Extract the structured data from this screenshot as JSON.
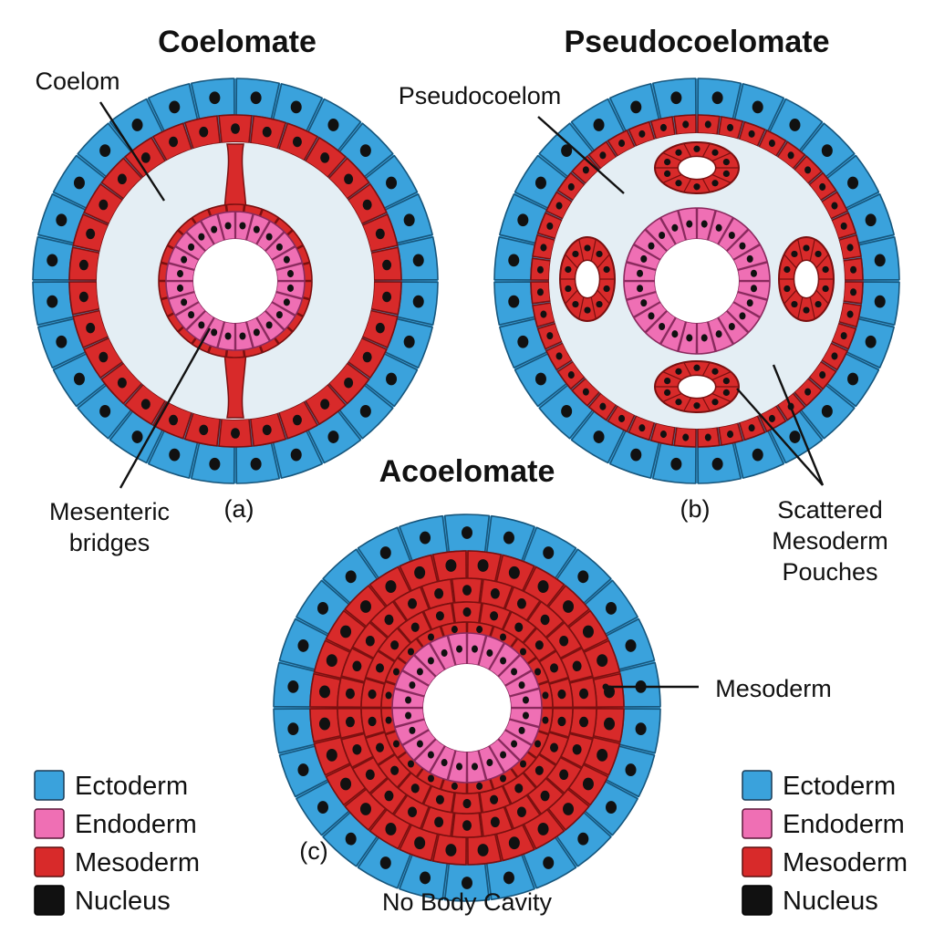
{
  "colors": {
    "ectoderm": "#3aa2dc",
    "endoderm": "#ef6fb4",
    "mesoderm": "#d82a2a",
    "nucleus": "#111111",
    "cavity": "#e4eef4"
  },
  "panels": {
    "coelomate": {
      "title": "Coelomate",
      "tag": "(a)",
      "labels": {
        "coelom": "Coelom",
        "bridges_line1": "Mesenteric",
        "bridges_line2": "bridges"
      }
    },
    "pseudocoelomate": {
      "title": "Pseudocoelomate",
      "tag": "(b)",
      "labels": {
        "cavity": "Pseudocoelom",
        "pouches_line1": "Scattered",
        "pouches_line2": "Mesoderm",
        "pouches_line3": "Pouches"
      }
    },
    "acoelomate": {
      "title": "Acoelomate",
      "tag": "(c)",
      "labels": {
        "mesoderm": "Mesoderm",
        "caption": "No Body Cavity"
      }
    }
  },
  "legend_left": [
    {
      "label": "Ectoderm",
      "color": "#3aa2dc"
    },
    {
      "label": "Endoderm",
      "color": "#ef6fb4"
    },
    {
      "label": "Mesoderm",
      "color": "#d82a2a"
    },
    {
      "label": "Nucleus",
      "color": "#111111"
    }
  ],
  "legend_right": [
    {
      "label": "Ectoderm",
      "color": "#3aa2dc"
    },
    {
      "label": "Endoderm",
      "color": "#ef6fb4"
    },
    {
      "label": "Mesoderm",
      "color": "#d82a2a"
    },
    {
      "label": "Nucleus",
      "color": "#111111"
    }
  ]
}
